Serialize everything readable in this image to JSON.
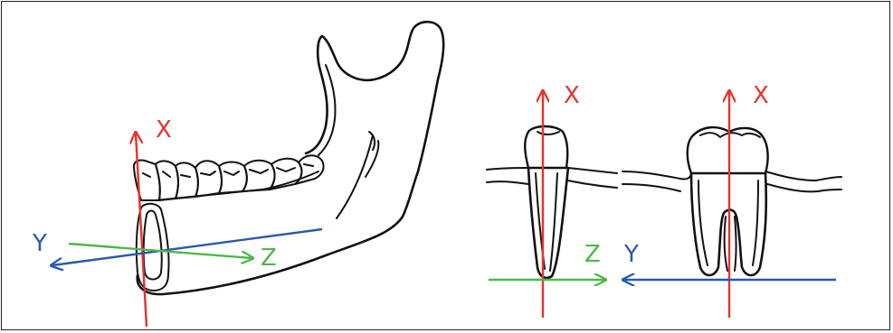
{
  "labels": {
    "jaw_x": "X",
    "jaw_y": "Y",
    "jaw_z": "Z",
    "incisor_x": "X",
    "incisor_z": "Z",
    "molar_x": "X",
    "molar_y": "Y"
  },
  "colors": {
    "x_axis": "#e8322d",
    "y_axis": "#2a58b0",
    "z_axis": "#4db848",
    "outline": "#111111",
    "frame": "#222222"
  }
}
